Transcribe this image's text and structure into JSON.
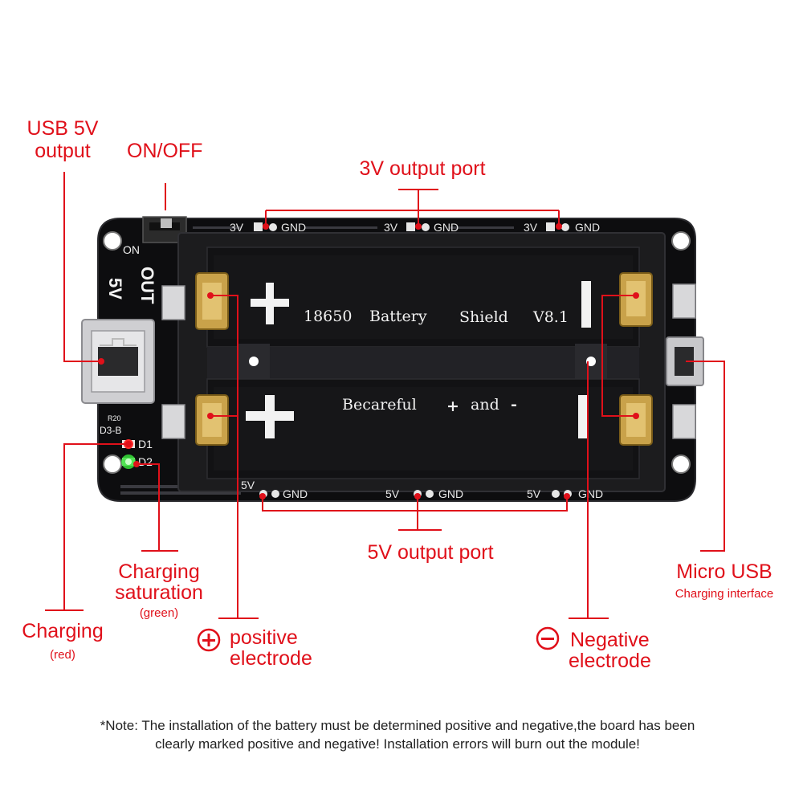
{
  "labels": {
    "usb_5v_output": [
      "USB 5V",
      "output"
    ],
    "on_off": "ON/OFF",
    "port_3v": "3V output port",
    "port_5v": "5V output port",
    "micro_usb": "Micro USB",
    "micro_usb_sub": "Charging interface",
    "charging_saturation": [
      "Charging",
      "saturation"
    ],
    "charging_saturation_sub": "(green)",
    "charging": "Charging",
    "charging_sub": "(red)",
    "positive": [
      "positive",
      "electrode"
    ],
    "negative": [
      "Negative",
      "electrode"
    ]
  },
  "silkscreen": {
    "top_pins": [
      "3V",
      "GND",
      "3V",
      "GND",
      "3V",
      "GND"
    ],
    "bottom_pins": [
      "5V",
      "GND",
      "5V",
      "GND",
      "5V",
      "GND"
    ],
    "board_name": [
      "18650",
      "Battery",
      "Shield",
      "V8.1"
    ],
    "warning": [
      "Becareful",
      "+",
      "and",
      "-"
    ],
    "switch_on": "ON",
    "out": "OUT",
    "five_v": "5V",
    "led1": "D1",
    "led2": "D2",
    "d3b": "D3-B",
    "r20": "R20"
  },
  "note": [
    "*Note: The installation of the battery must be determined positive and negative,the board has been",
    "clearly marked positive and negative! Installation errors will burn out the module!"
  ],
  "colors": {
    "annotation": "#e0101a",
    "board": "#0d0d0f",
    "holder": "#1c1c1e",
    "contact": "#c9a24a"
  }
}
